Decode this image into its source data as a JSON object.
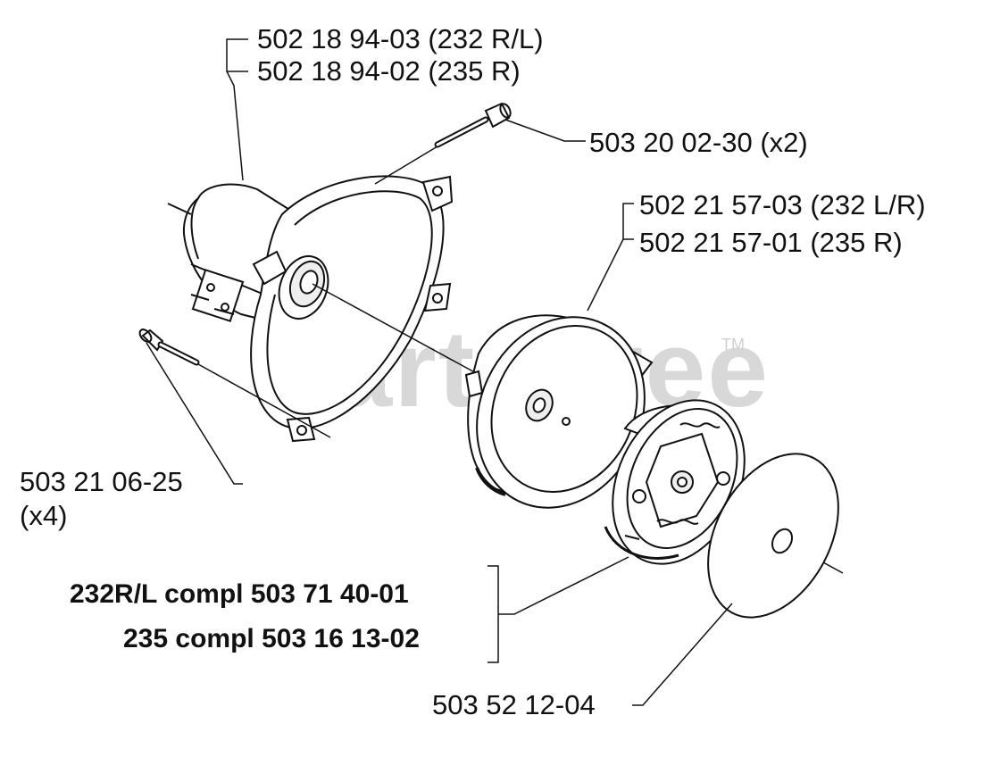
{
  "watermark": {
    "text": "PartsTree",
    "trademark": "TM"
  },
  "labels": {
    "housing_a": "502 18 94-03 (232 R/L)",
    "housing_b": "502 18 94-02 (235 R)",
    "screw_top": "503 20 02-30 (x2)",
    "drum_a": "502 21 57-03 (232 L/R)",
    "drum_b": "502 21 57-01 (235 R)",
    "screw_left": "503 21 06-25",
    "screw_left_qty": "(x4)",
    "clutch_a": "232R/L compl 503 71 40-01",
    "clutch_b": "235 compl 503 16 13-02",
    "washer": "503 52 12-04"
  }
}
